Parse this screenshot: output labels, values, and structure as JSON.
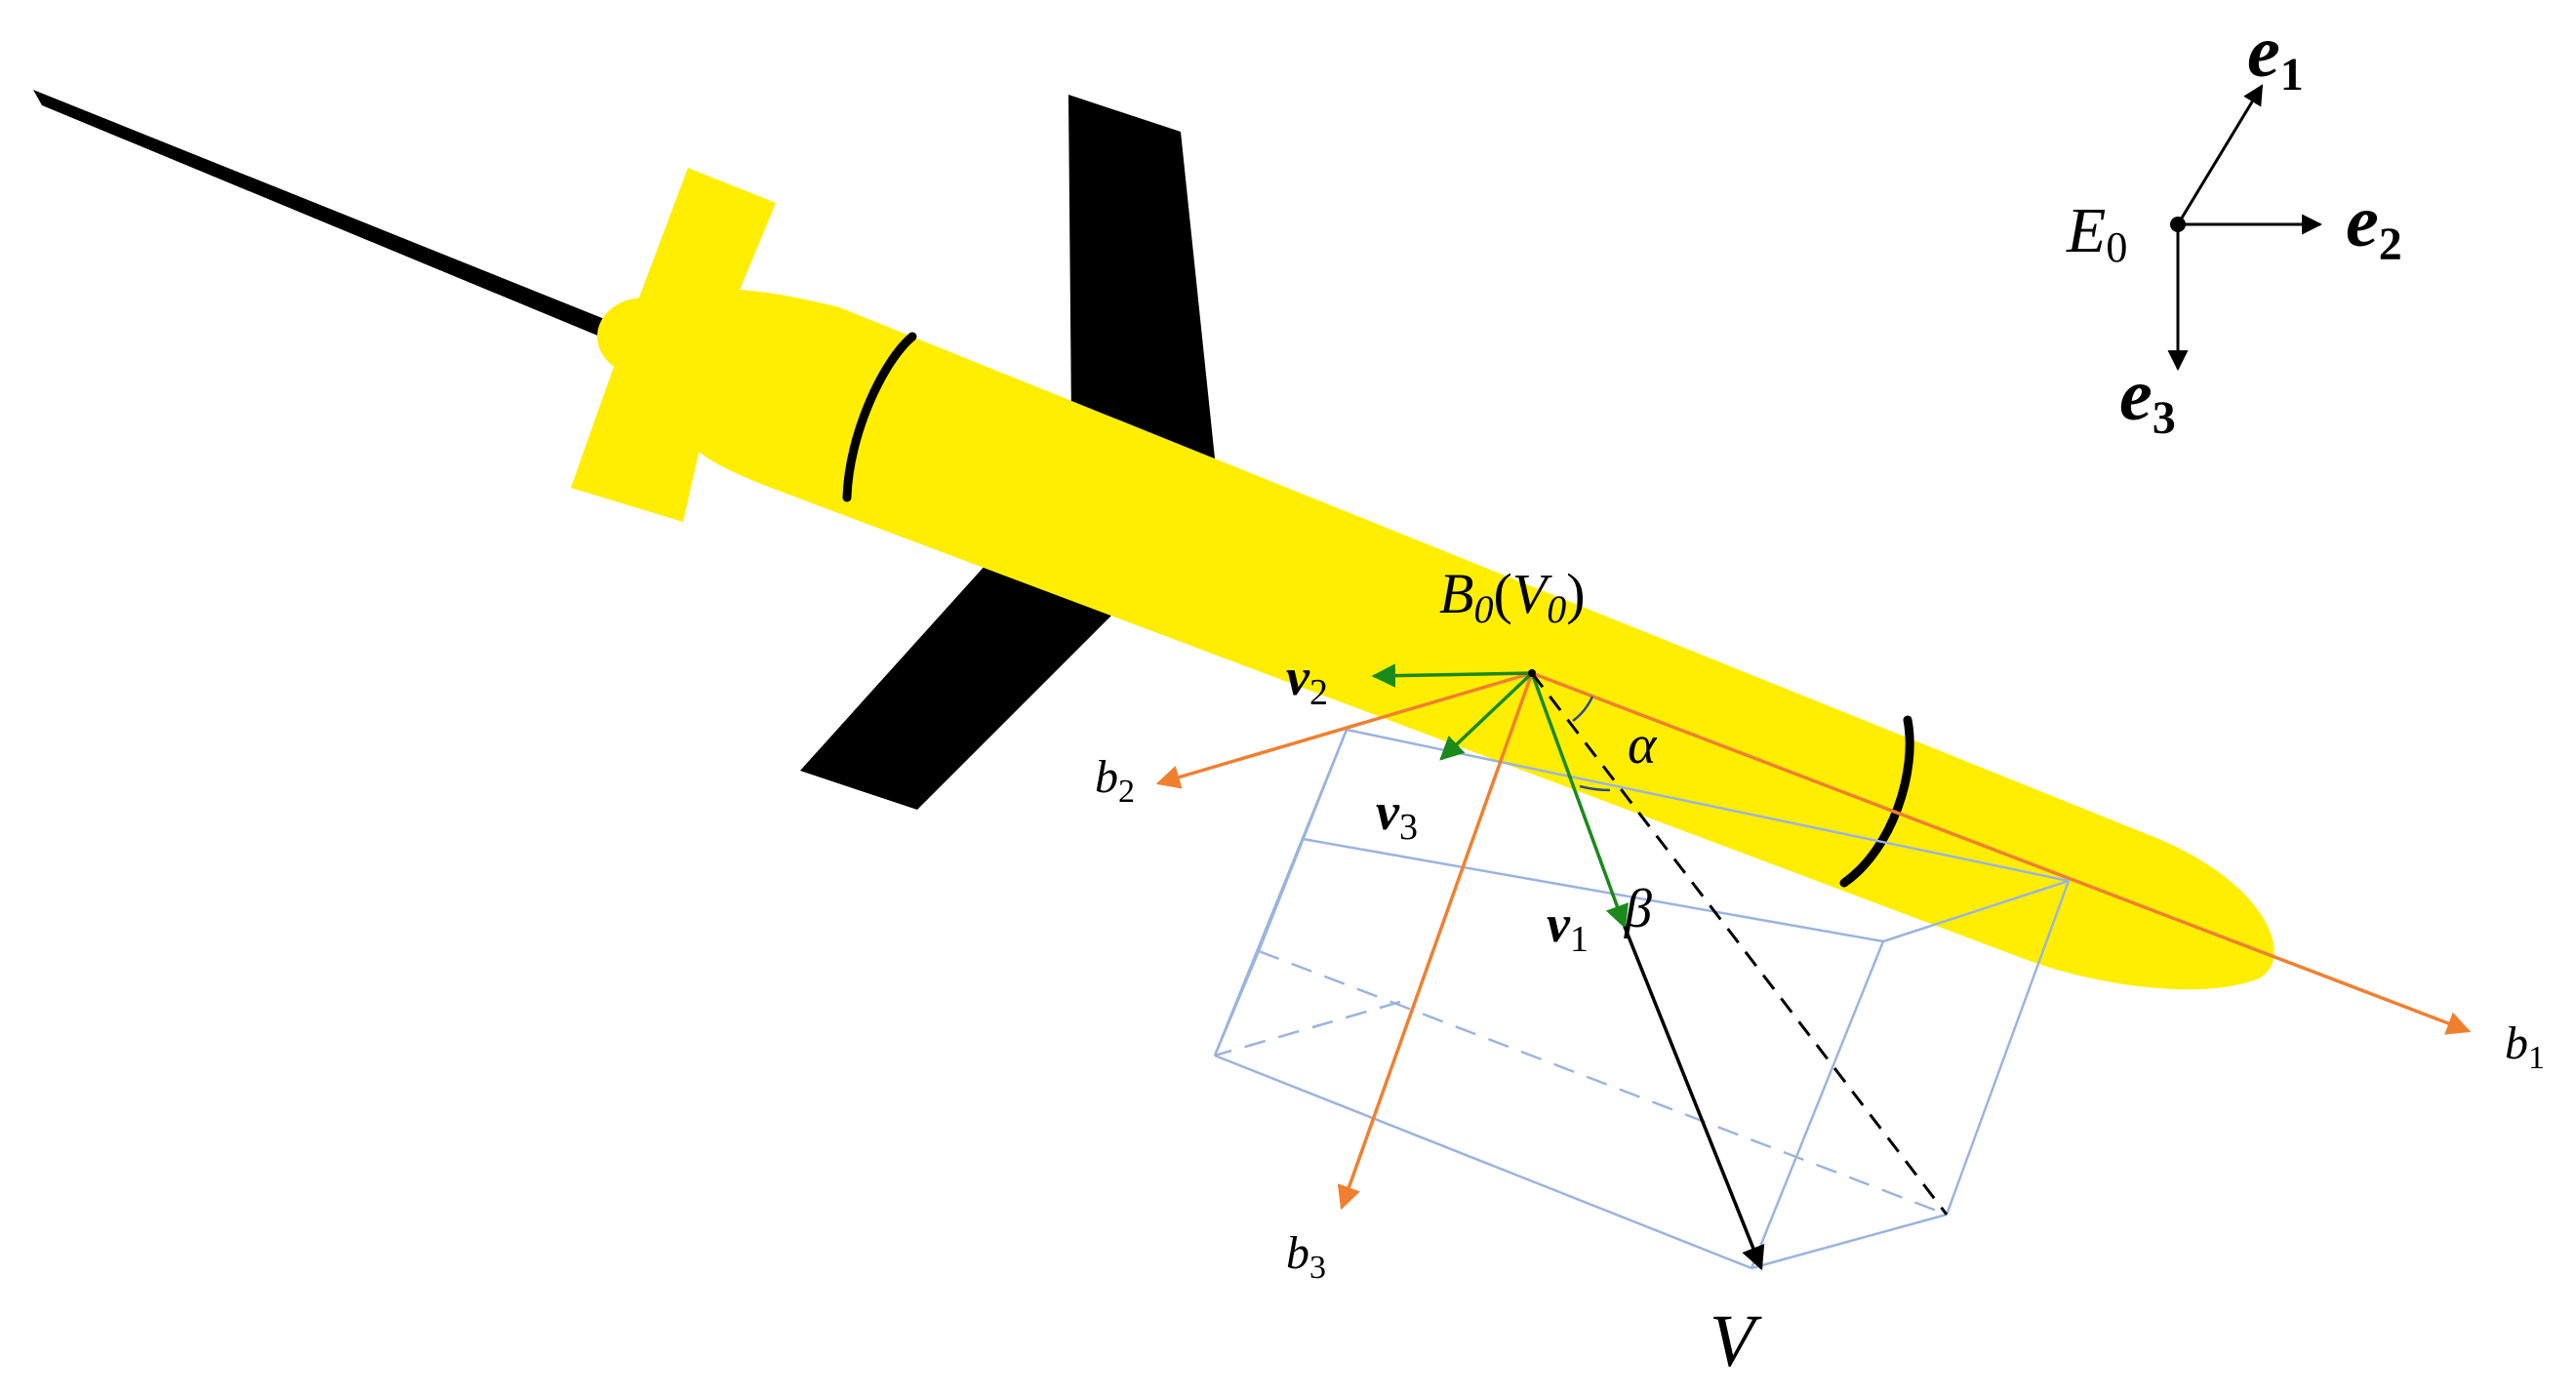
{
  "colors": {
    "glider_body": "#FFEE00",
    "glider_dark": "#000000",
    "body_axis": "#F08030",
    "velocity_component": "#1A8A1A",
    "box_edge": "#9BB4DE",
    "velocity_vector": "#000000"
  },
  "labels": {
    "e1": {
      "base": "e",
      "sub": "1"
    },
    "e2": {
      "base": "e",
      "sub": "2"
    },
    "e3": {
      "base": "e",
      "sub": "3"
    },
    "E0": {
      "base": "E",
      "sub": "0"
    },
    "B0": {
      "base": "B",
      "sub": "0",
      "open": "(",
      "inner": "V",
      "inner_sub": "0",
      "close": ")"
    },
    "v1": {
      "base": "v",
      "sub": "1"
    },
    "v2": {
      "base": "v",
      "sub": "2"
    },
    "v3": {
      "base": "v",
      "sub": "3"
    },
    "b1": {
      "base": "b",
      "sub": "1"
    },
    "b2": {
      "base": "b",
      "sub": "2"
    },
    "b3": {
      "base": "b",
      "sub": "3"
    },
    "alpha": "α",
    "beta": "β",
    "V": "V"
  }
}
